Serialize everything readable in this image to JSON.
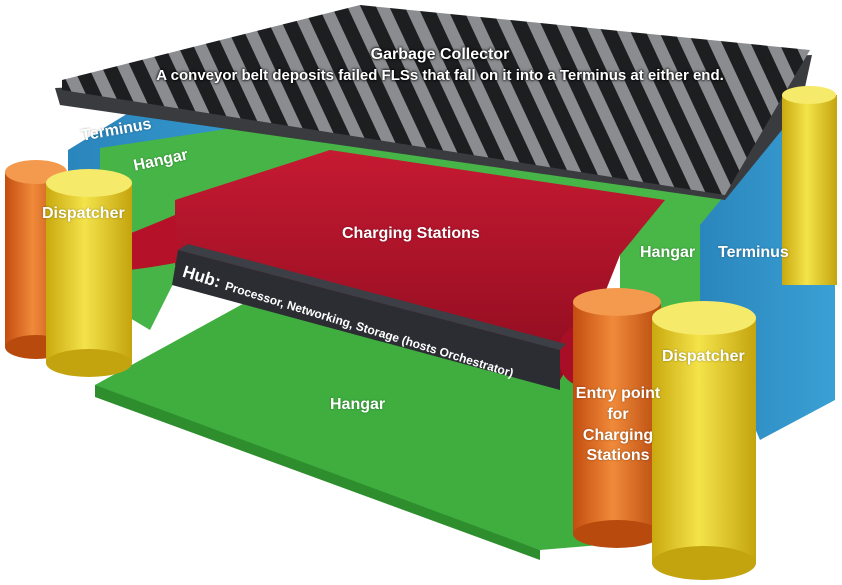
{
  "garbage_collector": {
    "title": "Garbage Collector",
    "description": "A conveyor belt deposits failed FLSs that fall on it into a Terminus at either end."
  },
  "labels": {
    "terminus_left": "Terminus",
    "terminus_right": "Terminus",
    "hangar_upper_left": "Hangar",
    "hangar_right": "Hangar",
    "hangar_bottom": "Hangar",
    "charging_stations": "Charging Stations",
    "dispatcher_left": "Dispatcher",
    "dispatcher_right": "Dispatcher",
    "entry_point": "Entry point for Charging Stations",
    "hub_key": "Hub:",
    "hub_value": "Processor, Networking, Storage (hosts Orchestrator)"
  },
  "colors": {
    "terminus": "#2f8fc4",
    "hangar": "#3fae3f",
    "charging": "#b5122a",
    "hub": "#2b2d33",
    "belt_dark": "#1d1e20",
    "belt_stripe": "#8a8c8f",
    "dispatcher_orange": "#e06a1a",
    "dispatcher_yellow": "#e3cc1c"
  }
}
